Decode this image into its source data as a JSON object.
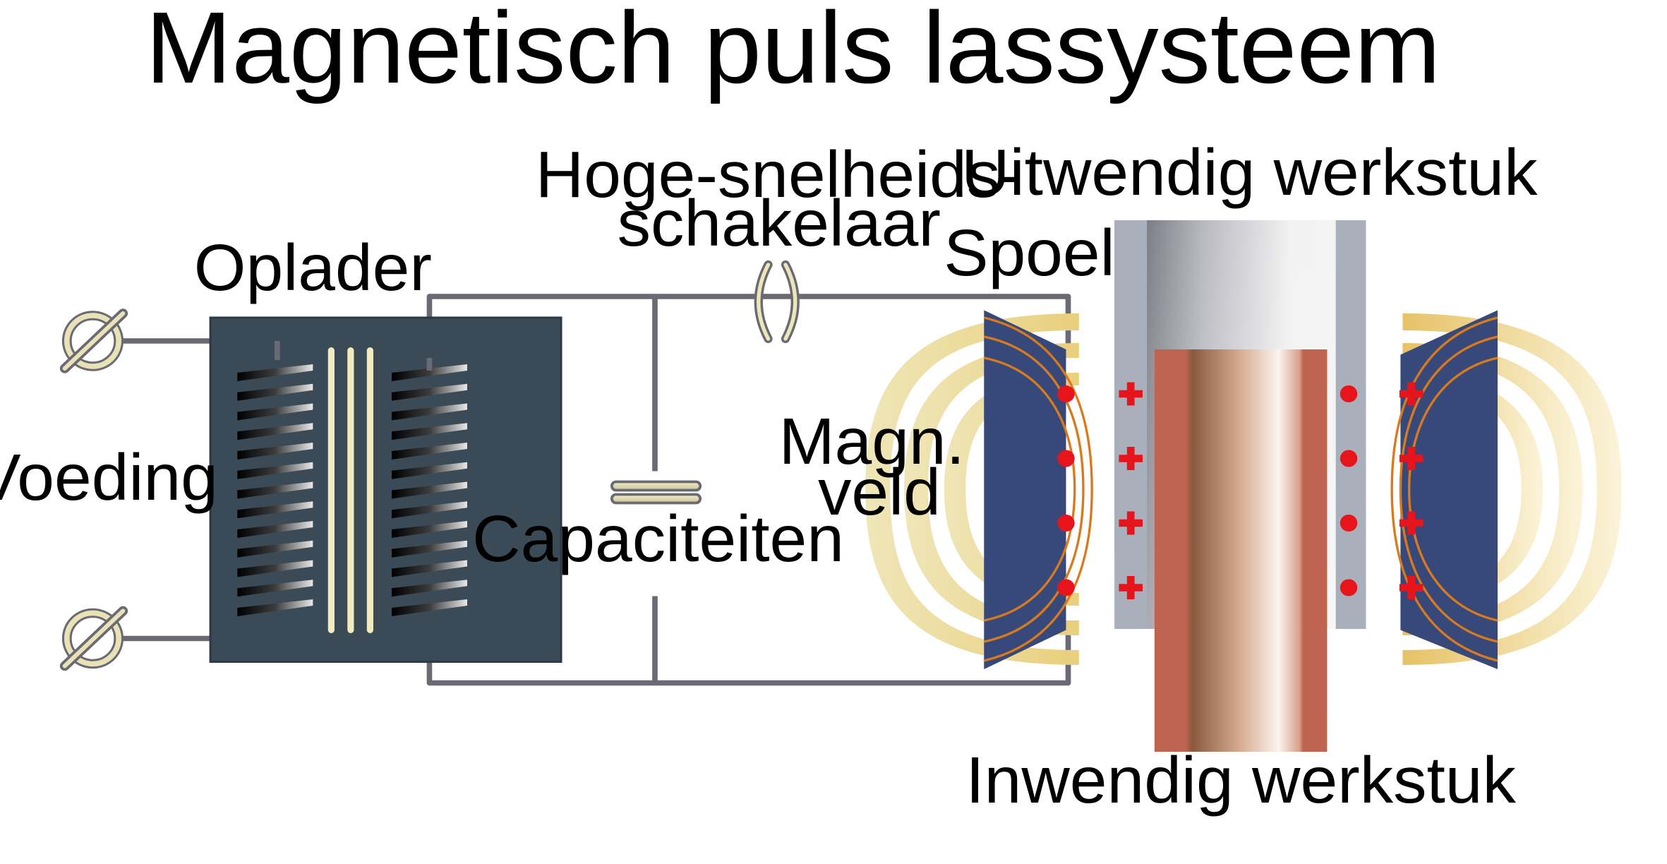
{
  "title": "Magnetisch puls lassysteem",
  "labels": {
    "power_supply": "Voeding",
    "charger": "Oplader",
    "switch_line1": "Hoge-snelheids-",
    "switch_line2": "schakelaar",
    "capacitors": "Capaciteiten",
    "coil": "Spoel",
    "field_line1": "Magn.",
    "field_line2": "veld",
    "outer_workpiece": "Uitwendig werkstuk",
    "inner_workpiece": "Inwendig werkstuk"
  },
  "icons": {
    "terminal": "terminal-symbol-icon",
    "positive_charge": "plus-sign-icon",
    "negative_charge": "dot-icon"
  },
  "colors": {
    "wire": "#6a6a74",
    "charger_box": "#3b4a57",
    "coil_block": "#37497a",
    "field_ring": "#efe2a8",
    "field_line": "#d97a1c",
    "outer_tube": "#a9b0bb",
    "inner_rod": "#c06452",
    "charge": "#e8141c"
  }
}
